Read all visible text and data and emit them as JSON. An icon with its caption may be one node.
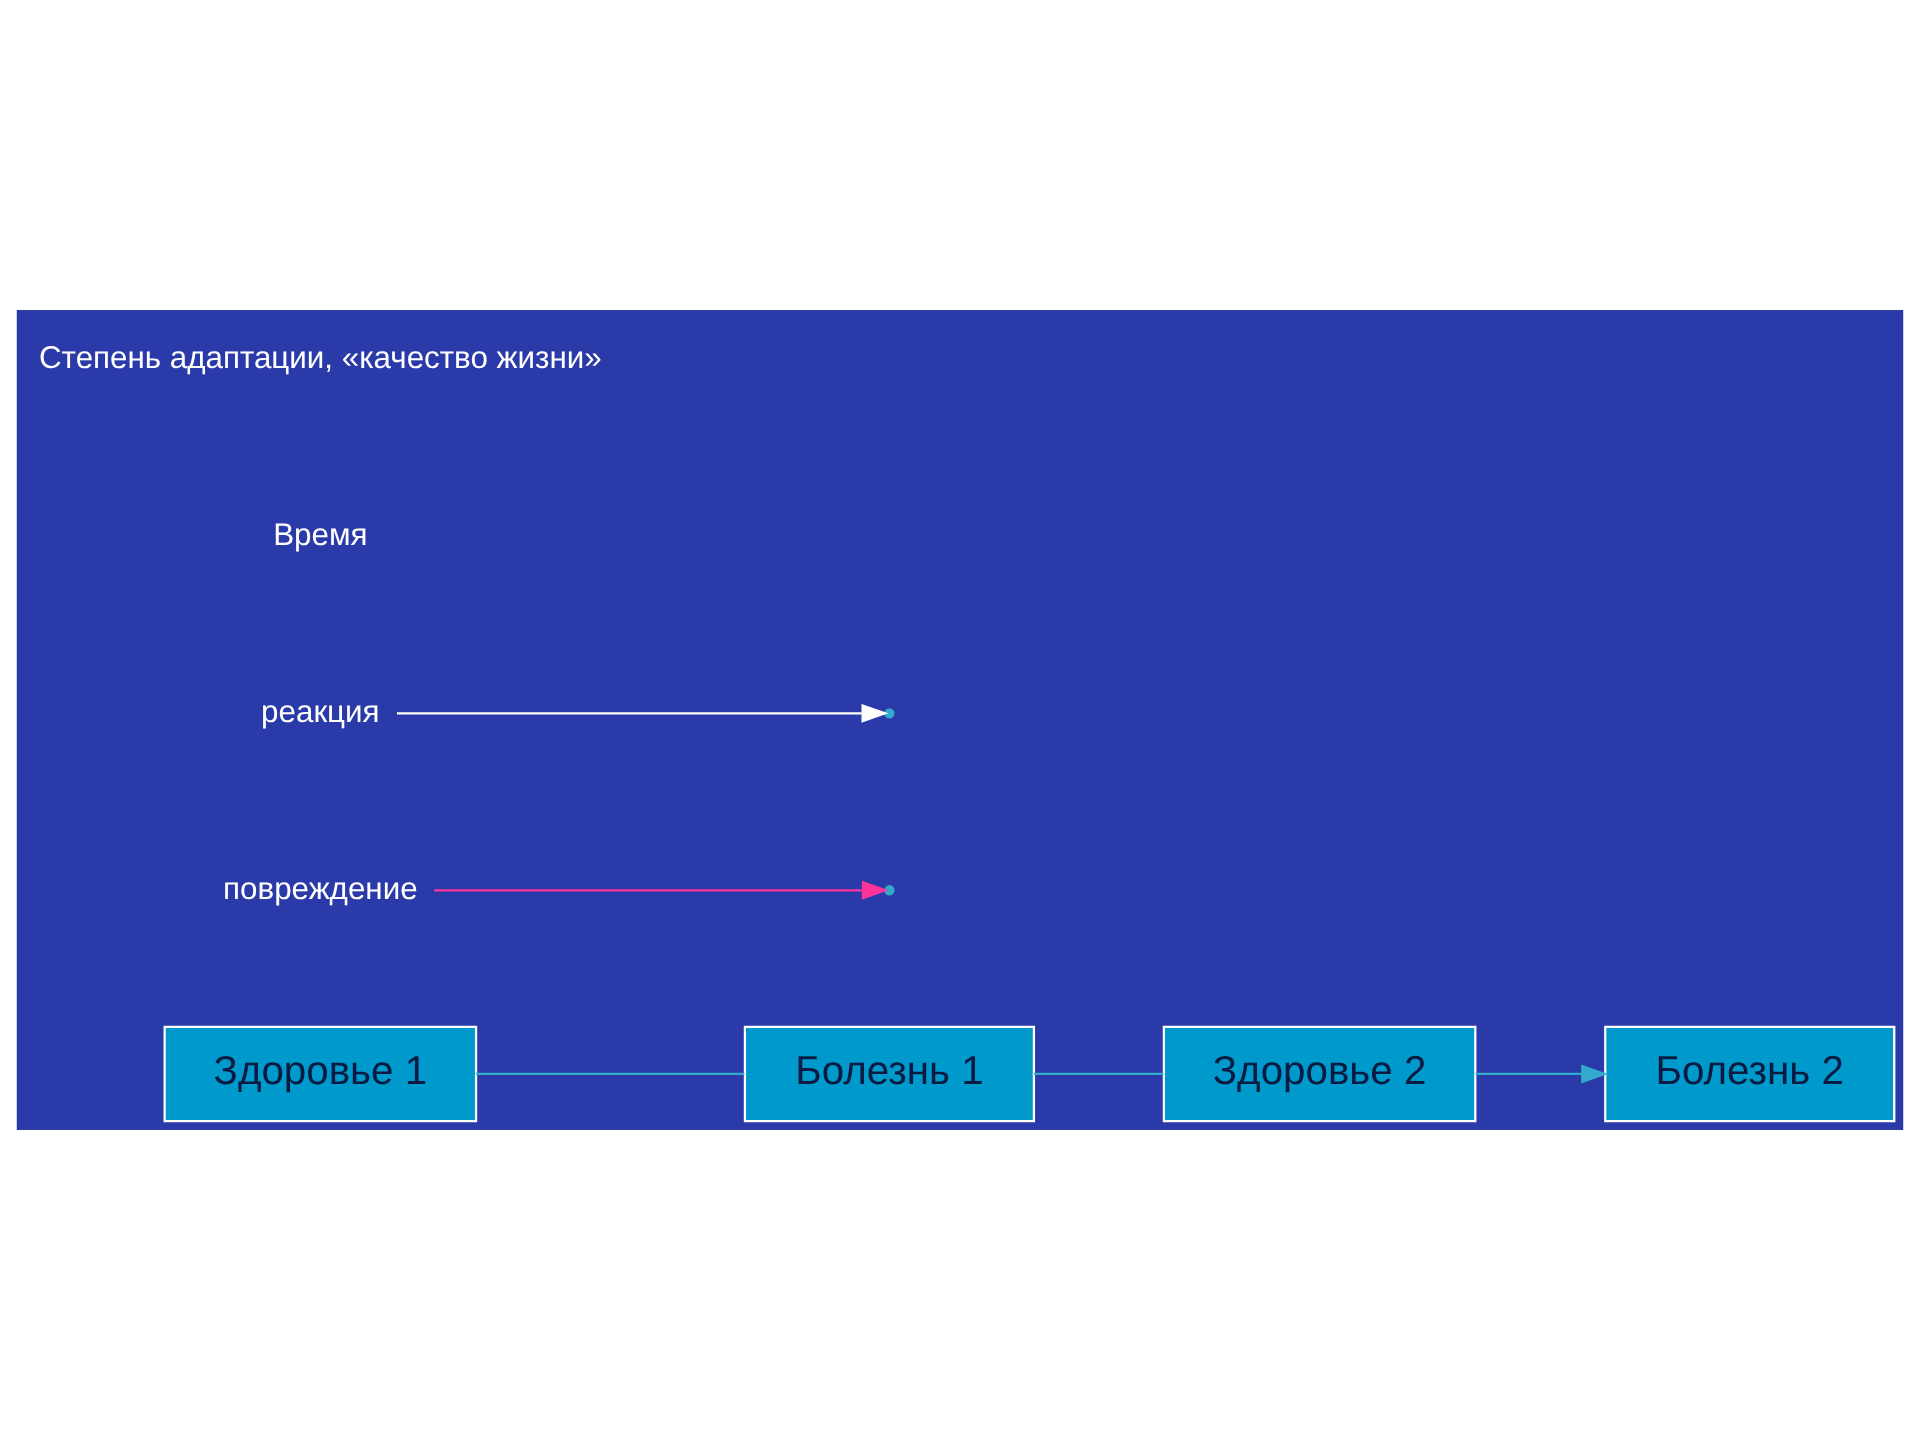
{
  "diagram": {
    "nodes": [
      {
        "text": [
          "Здоровье 1"
        ]
      },
      {
        "text": [
          "Болезнь 1"
        ]
      },
      {
        "text": [
          "Здоровье 2"
        ]
      },
      {
        "text": [
          "Болезнь 2"
        ]
      },
      {
        "text": [
          "повреждение"
        ]
      },
      {
        "text": [
          "реакция"
        ]
      }
    ],
    "edges": [
      {
        "from": 0,
        "to": 1,
        "arrow": "none"
      },
      {
        "from": 1,
        "to": 2,
        "arrow": "none"
      },
      {
        "from": 2,
        "to": 3,
        "arrow": "to"
      },
      {
        "from": 4,
        "to": null,
        "arrow": "to",
        "color": "#ff3399"
      },
      {
        "from": 5,
        "to": null,
        "arrow": "to",
        "color": "#ffffff"
      }
    ],
    "labels": [
      "Время",
      "Степень адаптации, «качество жизни»"
    ]
  }
}
